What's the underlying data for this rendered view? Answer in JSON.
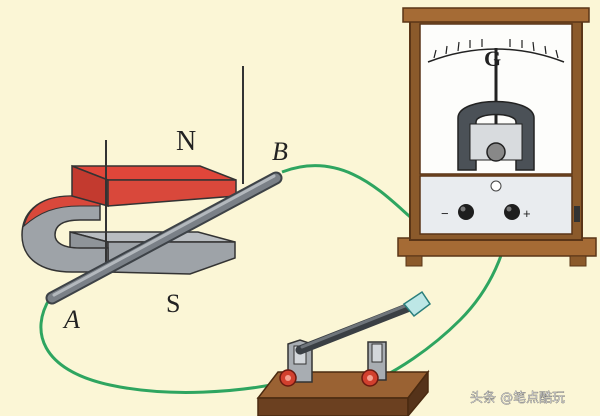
{
  "labels": {
    "pole_north": "N",
    "pole_south": "S",
    "rod_end_a": "A",
    "rod_end_b": "B",
    "terminal_minus": "−",
    "terminal_plus": "+",
    "galvanometer_letter": "G"
  },
  "watermark": "头条 @笔点酷玩",
  "colors": {
    "background": "#fbf6d6",
    "magnet_top": "#d9483b",
    "magnet_body": "#9ea3a8",
    "wire": "#2ea560",
    "wood": "#8b5a2b",
    "rod": "#555b61"
  },
  "icons": {
    "galvanometer": "galvanometer-icon",
    "switch": "knife-switch-icon",
    "magnet": "horseshoe-magnet-icon"
  }
}
